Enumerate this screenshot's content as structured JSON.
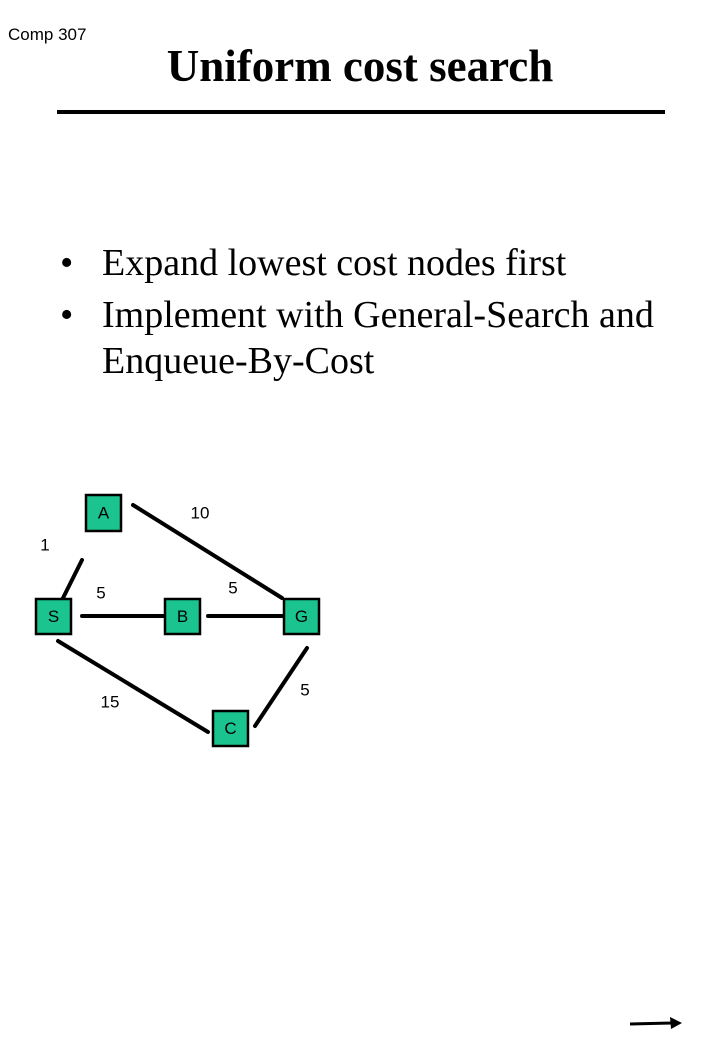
{
  "course_label": "Comp 307",
  "title": "Uniform cost search",
  "bullets": [
    "Expand lowest cost nodes first",
    "Implement with General-Search and Enqueue-By-Cost"
  ],
  "graph": {
    "node_color": "#1bc48e",
    "nodes": [
      {
        "id": "A",
        "label": "A"
      },
      {
        "id": "S",
        "label": "S"
      },
      {
        "id": "B",
        "label": "B"
      },
      {
        "id": "G",
        "label": "G"
      },
      {
        "id": "C",
        "label": "C"
      }
    ],
    "edges": [
      {
        "from": "S",
        "to": "A",
        "weight": "1"
      },
      {
        "from": "A",
        "to": "G",
        "weight": "10"
      },
      {
        "from": "S",
        "to": "B",
        "weight": "5"
      },
      {
        "from": "B",
        "to": "G",
        "weight": "5"
      },
      {
        "from": "S",
        "to": "C",
        "weight": "15"
      },
      {
        "from": "C",
        "to": "G",
        "weight": "5"
      }
    ]
  },
  "nav": {
    "icon": "right-arrow-icon"
  }
}
